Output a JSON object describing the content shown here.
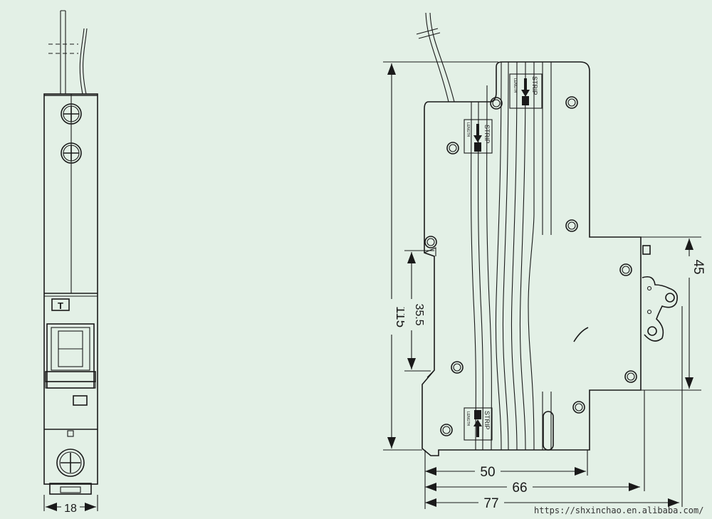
{
  "dimensions": {
    "width_front": "18",
    "height": "115",
    "din_rail": "35.5",
    "front_height": "45",
    "depth_1": "50",
    "depth_2": "66",
    "depth_3": "77"
  },
  "labels": {
    "strip": "STRIP",
    "length": "LENGTH",
    "type_mark": "T"
  },
  "watermark": "https://shxinchao.en.alibaba.com/",
  "colors": {
    "background": "#e3f0e6",
    "line": "#1a1a1a"
  }
}
